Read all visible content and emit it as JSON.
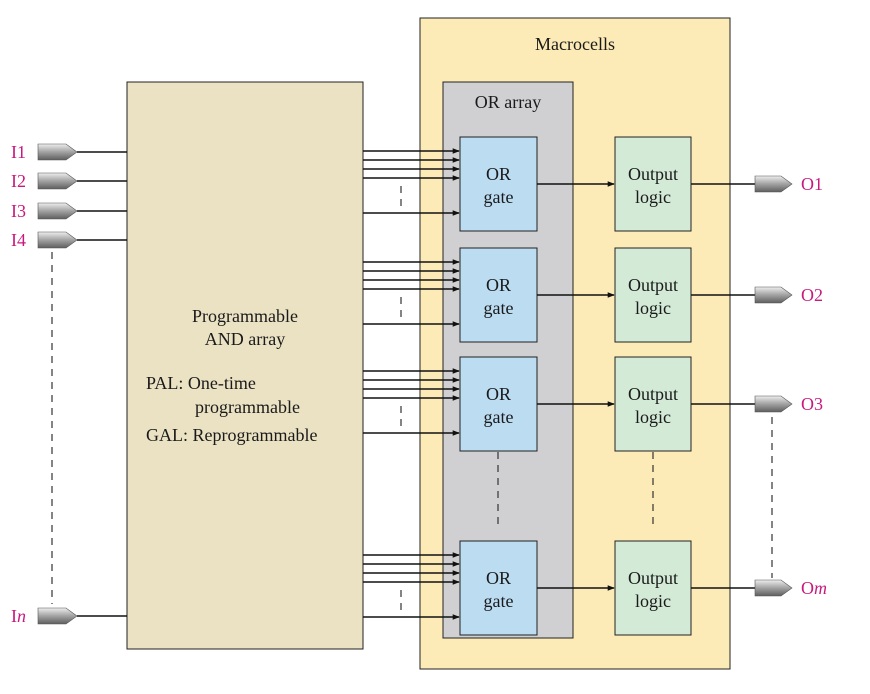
{
  "macrocells_title": "Macrocells",
  "or_array_title": "OR array",
  "and_array": {
    "title_line1": "Programmable",
    "title_line2": "AND array",
    "pal_line1": "PAL: One-time",
    "pal_line2": "programmable",
    "gal_line": "GAL: Reprogrammable"
  },
  "inputs": [
    {
      "pre": "I1",
      "it": ""
    },
    {
      "pre": "I2",
      "it": ""
    },
    {
      "pre": "I3",
      "it": ""
    },
    {
      "pre": "I4",
      "it": ""
    },
    {
      "pre": "I",
      "it": "n"
    }
  ],
  "outputs": [
    {
      "pre": "O1",
      "it": ""
    },
    {
      "pre": "O2",
      "it": ""
    },
    {
      "pre": "O3",
      "it": ""
    },
    {
      "pre": "O",
      "it": "m"
    }
  ],
  "or_gates": [
    {
      "line1": "OR",
      "line2": "gate"
    },
    {
      "line1": "OR",
      "line2": "gate"
    },
    {
      "line1": "OR",
      "line2": "gate"
    },
    {
      "line1": "OR",
      "line2": "gate"
    }
  ],
  "output_blocks": [
    {
      "line1": "Output",
      "line2": "logic"
    },
    {
      "line1": "Output",
      "line2": "logic"
    },
    {
      "line1": "Output",
      "line2": "logic"
    },
    {
      "line1": "Output",
      "line2": "logic"
    }
  ],
  "colors": {
    "macrocell_fill": "#fcebb6",
    "or_array_fill": "#d0d0d2",
    "and_array_fill": "#ebe2c4",
    "or_gate_fill": "#bcdcf2",
    "output_logic_fill": "#d3ead7",
    "pin_text": "#c8197e"
  }
}
